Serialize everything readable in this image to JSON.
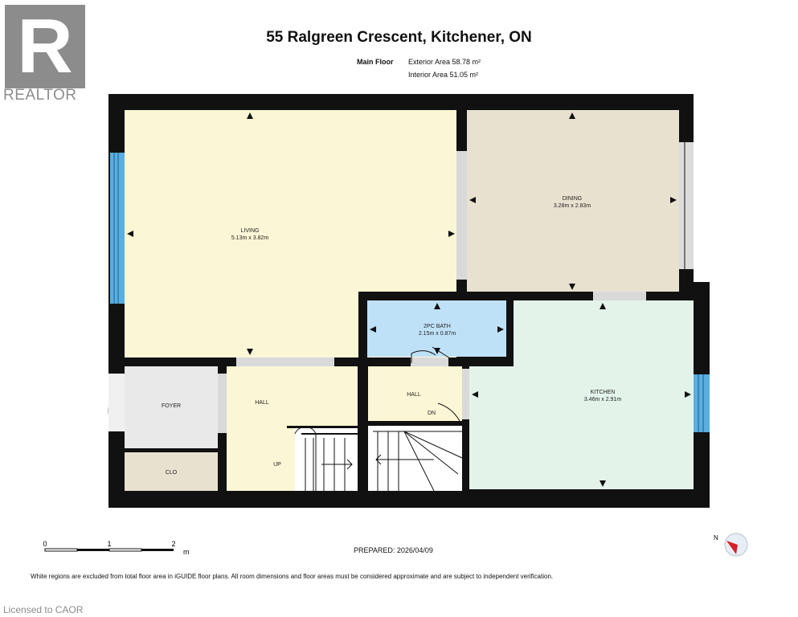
{
  "header": {
    "logo_text": "REALTOR",
    "title": "55 Ralgreen Crescent, Kitchener, ON",
    "floor_name": "Main Floor",
    "exterior_area": "Exterior Area 58.78 m²",
    "interior_area": "Interior Area 51.05 m²"
  },
  "rooms": {
    "living": {
      "name": "LIVING",
      "size": "5.13m x 3.82m"
    },
    "dining": {
      "name": "DINING",
      "size": "3.28m x 2.83m"
    },
    "bath": {
      "name": "2PC BATH",
      "size": "2.15m x 0.87m"
    },
    "kitchen": {
      "name": "KITCHEN",
      "size": "3.46m x 2.91m"
    },
    "foyer": {
      "name": "FOYER"
    },
    "clo": {
      "name": "CLO"
    },
    "hall1": {
      "name": "HALL"
    },
    "hall2": {
      "name": "HALL"
    },
    "up": "UP",
    "dn": "DN"
  },
  "scale": {
    "t0": "0",
    "t1": "1",
    "t2": "2",
    "unit": "m"
  },
  "compass": {
    "label": "N"
  },
  "prepared": "PREPARED: 2026/04/09",
  "disclaimer": "White regions are excluded from total floor area in iGUIDE floor plans. All room dimensions and floor areas must be considered approximate and are subject to independent verification.",
  "license": "Licensed to CAOR",
  "colors": {
    "living": "#fbf6d5",
    "dining": "#e9e1d0",
    "bath": "#bfe1f8",
    "kitchen": "#e3f3ea",
    "foyer": "#e9e9e9",
    "clo": "#e9e1d0",
    "hall": "#fbf6d5",
    "wall": "#111111",
    "window": "#5aaee0"
  }
}
